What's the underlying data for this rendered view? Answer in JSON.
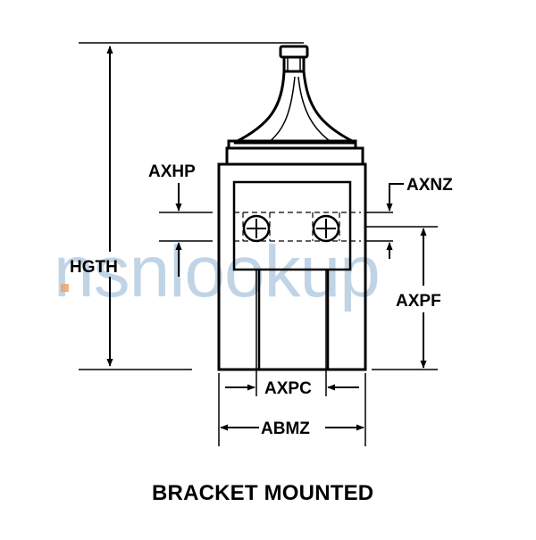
{
  "caption": "BRACKET MOUNTED",
  "dimensions": {
    "hgth": "HGTH",
    "axhp": "AXHP",
    "axnz": "AXNZ",
    "axpf": "AXPF",
    "axpc": "AXPC",
    "abmz": "ABMZ"
  },
  "watermark": {
    "text": "nsnlookup",
    "color": "#8fb2d3",
    "accent": "#f0a060"
  },
  "colors": {
    "line": "#000000",
    "background": "#ffffff"
  }
}
